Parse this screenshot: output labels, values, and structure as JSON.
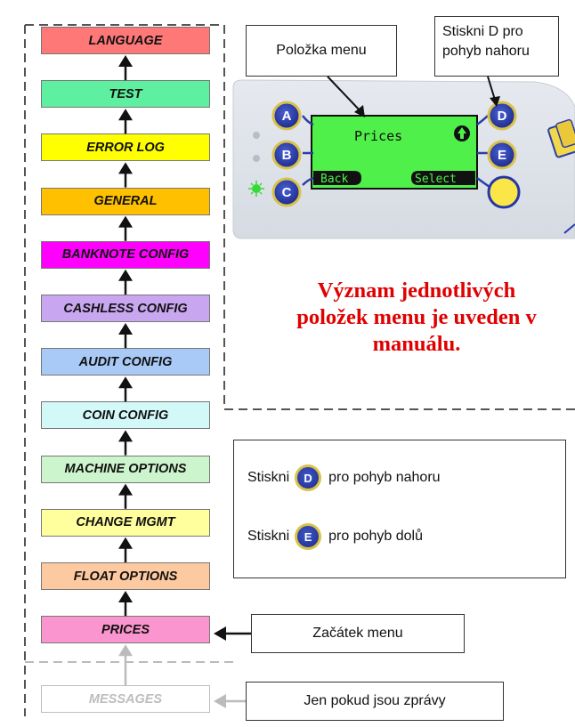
{
  "menu": {
    "items": [
      {
        "label": "LANGUAGE",
        "color": "#ff7878"
      },
      {
        "label": "TEST",
        "color": "#5ef0a0"
      },
      {
        "label": "ERROR LOG",
        "color": "#ffff00"
      },
      {
        "label": "GENERAL",
        "color": "#ffc000"
      },
      {
        "label": "BANKNOTE CONFIG",
        "color": "#ff00ff"
      },
      {
        "label": "CASHLESS CONFIG",
        "color": "#c9a6f0"
      },
      {
        "label": "AUDIT CONFIG",
        "color": "#a9c9f6"
      },
      {
        "label": "COIN CONFIG",
        "color": "#d3f8f8"
      },
      {
        "label": "MACHINE OPTIONS",
        "color": "#cdf5cd"
      },
      {
        "label": "CHANGE MGMT",
        "color": "#ffff9e"
      },
      {
        "label": "FLOAT OPTIONS",
        "color": "#fcc9a0"
      },
      {
        "label": "PRICES",
        "color": "#fb95cf"
      }
    ],
    "messages_label": "MESSAGES"
  },
  "callouts": {
    "menu_item": "Položka menu",
    "press_d_line1": "Stiskni D pro",
    "press_d_line2": "pohyb nahoru",
    "menu_start": "Začátek menu",
    "only_messages": "Jen pokud jsou zprávy"
  },
  "device": {
    "screen_title": "Prices",
    "back_label": "Back",
    "select_label": "Select",
    "buttons": [
      "A",
      "B",
      "C",
      "D",
      "E"
    ]
  },
  "note": {
    "line1": "Význam jednotlivých",
    "line2": "položek menu je uveden v",
    "line3": "manuálu."
  },
  "legend": {
    "row1_prefix": "Stiskni",
    "row1_button": "D",
    "row1_suffix": "pro pohyb nahoru",
    "row2_prefix": "Stiskni",
    "row2_button": "E",
    "row2_suffix": "pro pohyb dolů"
  },
  "colors": {
    "lcd_green": "#4ff04a",
    "button_blue": "#2438a8",
    "ring_yellow": "#d8c24a",
    "panel_gray": "#dfe3ea",
    "note_red": "#e00000"
  }
}
